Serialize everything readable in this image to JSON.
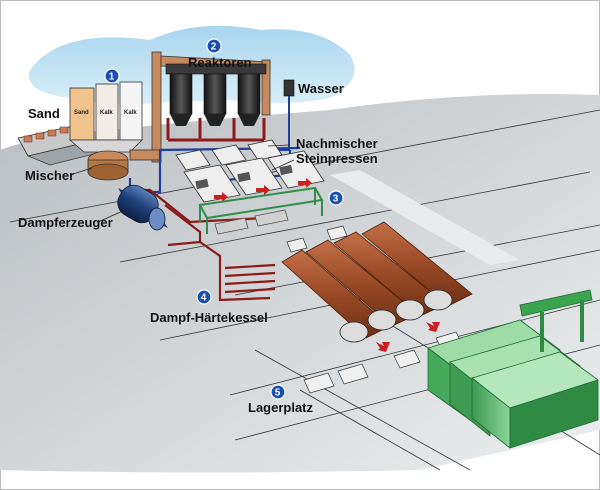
{
  "labels": {
    "sand": "Sand",
    "mischer": "Mischer",
    "dampferzeuger": "Dampferzeuger",
    "reaktoren": "Reaktoren",
    "wasser": "Wasser",
    "nachmischer": "Nachmischer",
    "steinpressen": "Steinpressen",
    "dampf_haertekessel": "Dampf-Härtekessel",
    "lagerplatz": "Lagerplatz"
  },
  "silos": [
    "Sand",
    "Kalk",
    "Kalk"
  ],
  "steps": [
    "1",
    "2",
    "3",
    "4",
    "5"
  ],
  "colors": {
    "sky": "#bfe0f2",
    "ground": "#cfd3d6",
    "pipe_steam": "#8b1a1a",
    "pipe_water": "#1f3f9a",
    "reactor": "#2a2a2a",
    "autoclave": "#a4542c",
    "hall": "#5fb870",
    "step_badge": "#1a4fb0"
  }
}
